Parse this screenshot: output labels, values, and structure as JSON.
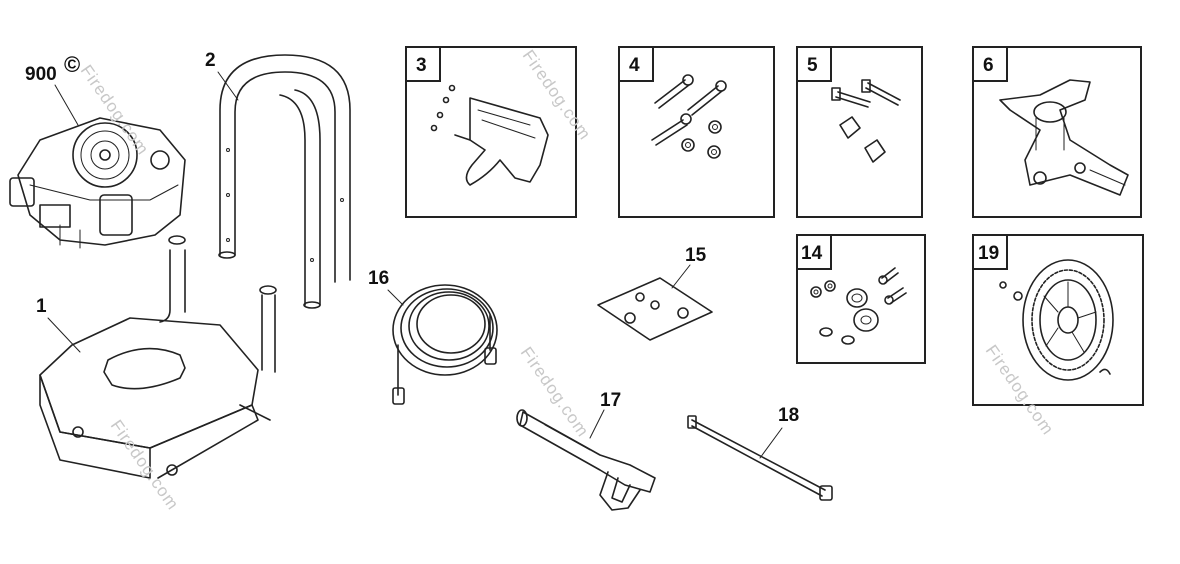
{
  "labels": {
    "engine": "900",
    "frame": "1",
    "handle": "2",
    "bracket": "3",
    "bolts": "4",
    "handle_hardware": "5",
    "pump": "6",
    "wheel_hardware": "14",
    "bag": "15",
    "hose": "16",
    "gun": "17",
    "wand": "18",
    "wheel": "19"
  },
  "copyright_symbol": "©",
  "watermark": "Firedog.com"
}
